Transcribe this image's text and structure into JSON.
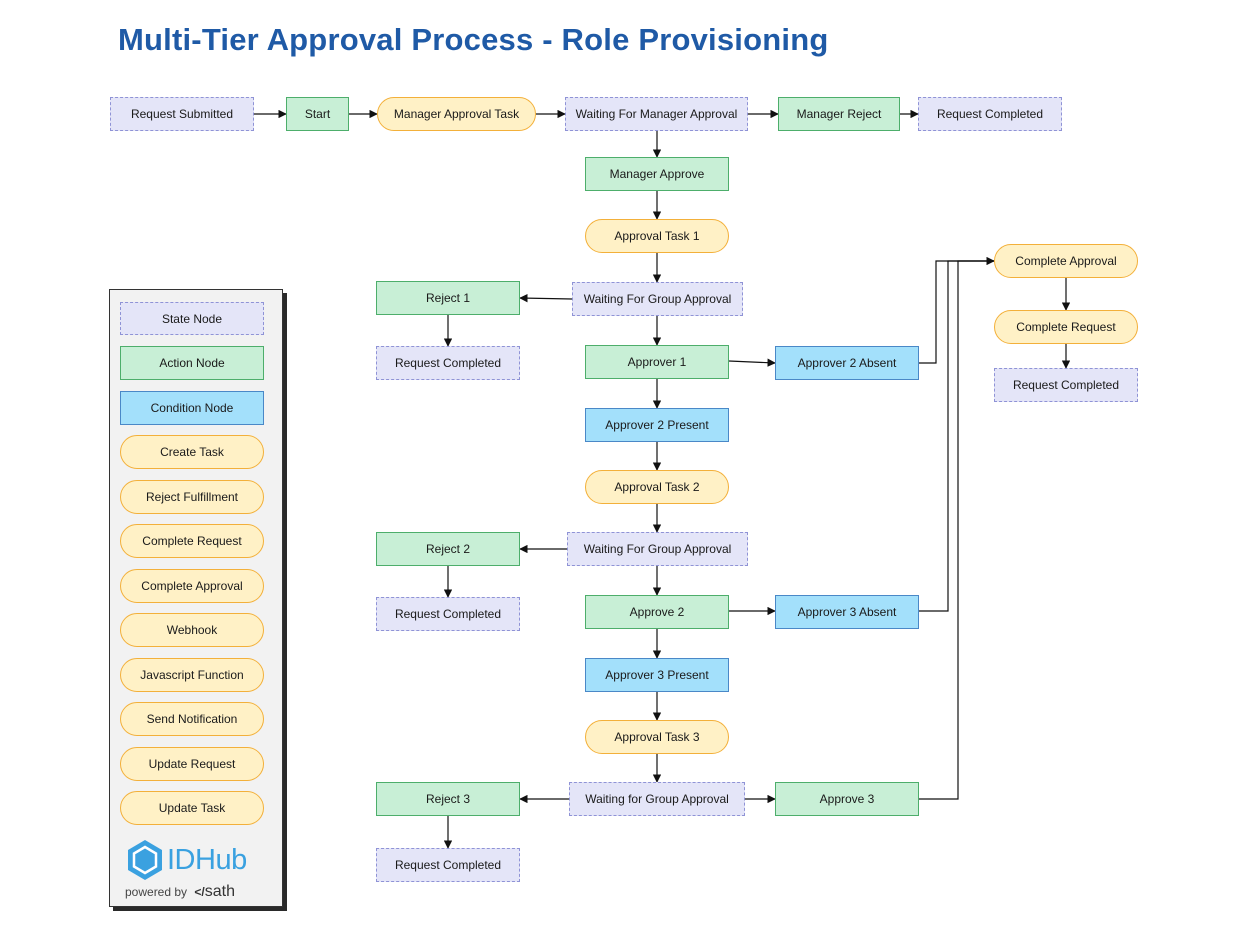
{
  "title": "Multi-Tier Approval Process - Role Provisioning",
  "nodes": {
    "request_submitted": "Request Submitted",
    "start": "Start",
    "manager_approval_task": "Manager Approval Task",
    "waiting_manager_approval": "Waiting For Manager Approval",
    "manager_reject": "Manager Reject",
    "request_completed_top": "Request Completed",
    "manager_approve": "Manager Approve",
    "approval_task_1": "Approval Task 1",
    "waiting_group_approval_1": "Waiting For Group Approval",
    "reject_1": "Reject 1",
    "request_completed_1": "Request Completed",
    "approver_1": "Approver 1",
    "approver_2_absent": "Approver 2 Absent",
    "approver_2_present": "Approver 2 Present",
    "approval_task_2": "Approval Task 2",
    "waiting_group_approval_2": "Waiting For Group Approval",
    "reject_2": "Reject 2",
    "request_completed_2": "Request Completed",
    "approve_2": "Approve 2",
    "approver_3_absent": "Approver 3 Absent",
    "approver_3_present": "Approver 3 Present",
    "approval_task_3": "Approval Task 3",
    "waiting_group_approval_3": "Waiting for Group Approval",
    "reject_3": "Reject 3",
    "request_completed_3": "Request Completed",
    "approve_3": "Approve 3",
    "complete_approval": "Complete Approval",
    "complete_request": "Complete Request",
    "request_completed_right": "Request Completed"
  },
  "legend": {
    "items": [
      {
        "label": "State Node",
        "kind": "state"
      },
      {
        "label": "Action Node",
        "kind": "action"
      },
      {
        "label": "Condition Node",
        "kind": "cond"
      },
      {
        "label": "Create Task",
        "kind": "task"
      },
      {
        "label": "Reject Fulfillment",
        "kind": "task"
      },
      {
        "label": "Complete Request",
        "kind": "task"
      },
      {
        "label": "Complete Approval",
        "kind": "task"
      },
      {
        "label": "Webhook",
        "kind": "task"
      },
      {
        "label": "Javascript Function",
        "kind": "task"
      },
      {
        "label": "Send Notification",
        "kind": "task"
      },
      {
        "label": "Update Request",
        "kind": "task"
      },
      {
        "label": "Update Task",
        "kind": "task"
      }
    ]
  },
  "logo": {
    "brand": "IDHub",
    "powered_by": "powered by",
    "maker": "sath"
  },
  "colors": {
    "title": "#1f5aa6",
    "state_fill": "#e4e5f8",
    "action_fill": "#c8efd6",
    "condition_fill": "#a3e0fb",
    "task_fill": "#fff1c6",
    "logo": "#3aa1e0"
  }
}
